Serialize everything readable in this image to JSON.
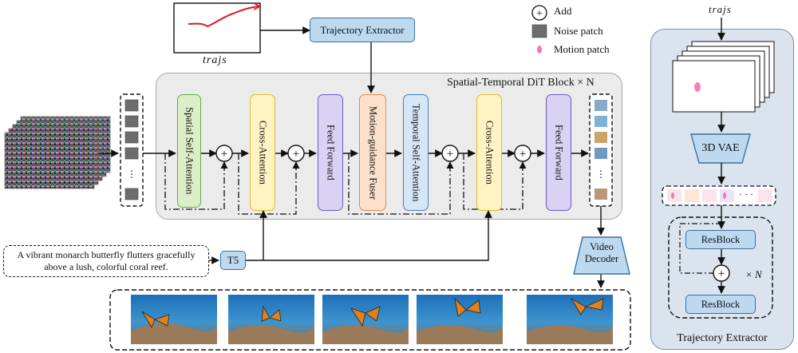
{
  "legend": {
    "add": "Add",
    "noise_patch": "Noise patch",
    "motion_patch": "Motion patch"
  },
  "top": {
    "trajs_label": "trajs",
    "trajectory_extractor": "Trajectory Extractor"
  },
  "dit": {
    "title": "Spatial-Temporal DiT Block × N",
    "blocks": [
      "Spatial Self-Attention",
      "Cross-Attention",
      "Feed Forward",
      "Motion-guidance Fuser",
      "Temporal Self-Attention",
      "Cross-Attention",
      "Feed Forward"
    ]
  },
  "prompt": {
    "text": "A vibrant monarch butterfly flutters gracefully above a lush, colorful coral reef.",
    "encoder": "T5"
  },
  "decoder": {
    "label": "Video Decoder"
  },
  "right_panel": {
    "trajs_label": "trajs",
    "vae": "3D VAE",
    "resblock_top": "ResBlock",
    "resblock_bottom": "ResBlock",
    "times_n": "× N",
    "caption": "Trajectory Extractor",
    "ellipsis": "· · ·"
  },
  "colors": {
    "panel_bg": "#dbe3ef",
    "dit_bg": "#ebebeb",
    "traj_line": "#d81b1b",
    "motion_patch": "#ee4b9b"
  }
}
